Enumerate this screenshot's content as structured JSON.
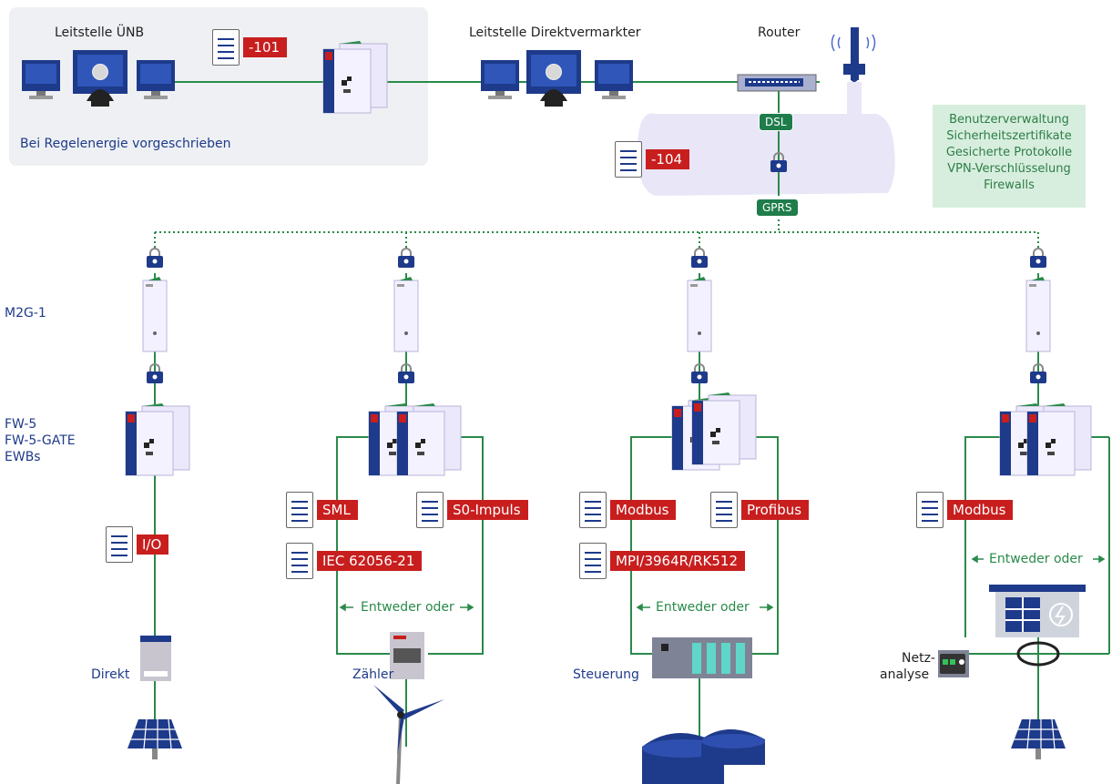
{
  "control_centers": {
    "uenb": {
      "title": "Leitstelle ÜNB",
      "note": "Bei Regelenergie vorgeschrieben"
    },
    "direkt": {
      "title": "Leitstelle Direktvermarkter"
    },
    "router": {
      "title": "Router"
    }
  },
  "links": {
    "dsl": "DSL",
    "gprs": "GPRS"
  },
  "protocol_tags": {
    "p101": "-101",
    "p104": "-104",
    "io": "I/O",
    "sml": "SML",
    "iec": "IEC 62056-21",
    "s0": "S0-Impuls",
    "modbus1": "Modbus",
    "profibus": "Profibus",
    "mpi": "MPI/3964R/RK512",
    "modbus2": "Modbus"
  },
  "features": [
    "Benutzerverwaltung",
    "Sicherheitszertifikate",
    "Gesicherte Protokolle",
    "VPN-Verschlüsselung",
    "Firewalls"
  ],
  "row_labels": {
    "m2g": "M2G-1",
    "fw1": "FW-5",
    "fw2": "FW-5-GATE",
    "fw3": "EWBs"
  },
  "either_or": {
    "a": "Entweder oder",
    "b": "Entweder oder",
    "c": "Entweder oder"
  },
  "field_devices": {
    "direkt": "Direkt",
    "zaehler": "Zähler",
    "steuerung": "Steuerung",
    "netz1": "Netz-",
    "netz2": "analyse"
  },
  "colors": {
    "accent_red": "#c81e1e",
    "navy": "#1e3a8a",
    "line_green": "#2a8a4a",
    "panel_gray": "#eef0f3",
    "feature_bg": "#d7eedf"
  }
}
